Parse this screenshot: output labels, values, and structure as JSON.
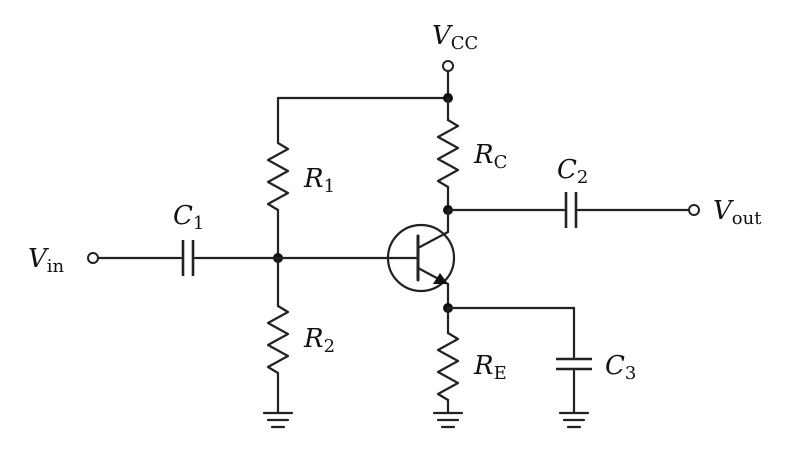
{
  "labels": {
    "vcc": {
      "main": "V",
      "sub": "CC"
    },
    "vin": {
      "main": "V",
      "sub": "in"
    },
    "vout": {
      "main": "V",
      "sub": "out"
    },
    "r1": {
      "main": "R",
      "sub": "1"
    },
    "r2": {
      "main": "R",
      "sub": "2"
    },
    "rc": {
      "main": "R",
      "sub": "C"
    },
    "re": {
      "main": "R",
      "sub": "E"
    },
    "c1": {
      "main": "C",
      "sub": "1"
    },
    "c2": {
      "main": "C",
      "sub": "2"
    },
    "c3": {
      "main": "C",
      "sub": "3"
    }
  }
}
